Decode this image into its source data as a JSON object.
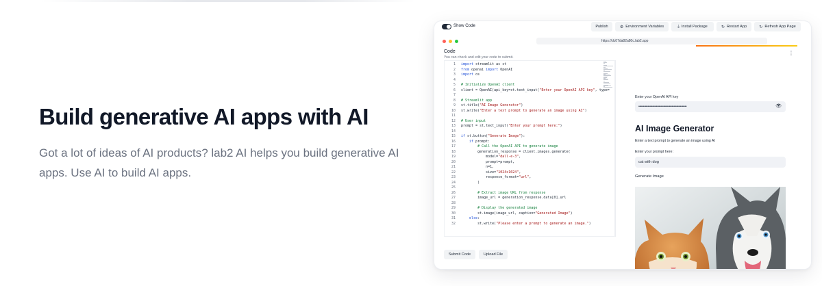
{
  "hero": {
    "title": "Build generative AI apps with AI",
    "description": "Got a lot of ideas of AI products? lab2 AI helps you build generative AI apps. Use AI to build AI apps."
  },
  "toolbar": {
    "show_code_label": "Show Code",
    "show_code_on": true,
    "buttons": [
      {
        "label": "Publish",
        "icon": ""
      },
      {
        "label": "Environment Variables",
        "icon": "gear-icon"
      },
      {
        "label": "Install Package",
        "icon": "download-icon"
      },
      {
        "label": "Restart App",
        "icon": "refresh-icon"
      },
      {
        "label": "Refresh App Page",
        "icon": "refresh-icon"
      }
    ]
  },
  "browser": {
    "url": "https://dc07da82a80c.lab2.app",
    "dot_colors": [
      "#ff5f57",
      "#febc2e",
      "#28c840"
    ]
  },
  "code_panel": {
    "title": "Code",
    "subtitle": "You can check and edit your code to submit.",
    "lines": [
      "import streamlit as st",
      "from openai import OpenAI",
      "import os",
      "",
      "# Initialize OpenAI client",
      "client = OpenAI(api_key=st.text_input(\"Enter your OpenAI API key\", type=",
      "",
      "# Streamlit app",
      "st.title(\"AI Image Generator\")",
      "st.write(\"Enter a text prompt to generate an image using AI\")",
      "",
      "# User input",
      "prompt = st.text_input(\"Enter your prompt here:\")",
      "",
      "if st.button(\"Generate Image\"):",
      "    if prompt:",
      "        # Call the OpenAI API to generate image",
      "        generation_response = client.images.generate(",
      "            model=\"dall-e-3\",",
      "            prompt=prompt,",
      "            n=1,",
      "            size=\"1024x1024\",",
      "            response_format=\"url\",",
      "        )",
      "",
      "        # Extract image URL from response",
      "        image_url = generation_response.data[0].url",
      "",
      "        # Display the generated image",
      "        st.image(image_url, caption=\"Generated Image\")",
      "    else:",
      "        st.write(\"Please enter a prompt to generate an image.\")"
    ],
    "submit_label": "Submit Code",
    "upload_label": "Upload File"
  },
  "preview": {
    "api_key_label": "Enter your OpenAI API key",
    "api_key_value": "••••••••••••••••••••••••••••••••••••••••••••••••••••",
    "app_title": "AI Image Generator",
    "app_desc": "Enter a text prompt to generate an image using AI",
    "prompt_label": "Enter your prompt here:",
    "prompt_value": "cat with dog",
    "generate_label": "Generate Image"
  },
  "colors": {
    "accent_gradient": [
      "#f97316",
      "#facc15"
    ],
    "code_keyword": "#1d4ed8",
    "code_comment": "#15803d",
    "code_string": "#a31515"
  }
}
